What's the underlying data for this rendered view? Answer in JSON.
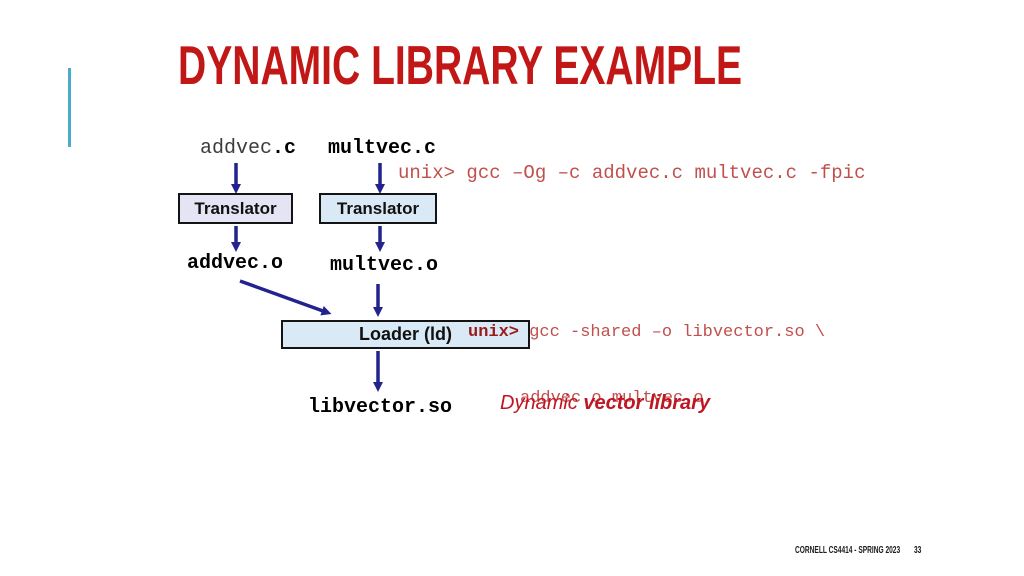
{
  "slide": {
    "title": "DYNAMIC LIBRARY EXAMPLE",
    "footer": {
      "course": "CORNELL CS4414 - SPRING 2023",
      "page": "33"
    }
  },
  "diagram": {
    "source1": {
      "base": "addvec",
      "ext": ".c"
    },
    "source2": "multvec.c",
    "translator1": "Translator",
    "translator2": "Translator",
    "object1": "addvec.o",
    "object2": "multvec.o",
    "loader": "Loader (ld)",
    "output": "libvector.so",
    "caption": {
      "lead": "Dynamic ",
      "emphasis": "vector library"
    }
  },
  "commands": {
    "compile": "unix> gcc –Og –c addvec.c multvec.c -fpic",
    "link": {
      "prompt": "unix>",
      "rest": " gcc -shared –o libvector.so \\",
      "continuation": "addvec.o multvec.o"
    }
  },
  "colors": {
    "title_red": "#C21717",
    "command_red": "#C0504D",
    "prompt_dark_red": "#9B1B1B",
    "caption_red": "#BE1622",
    "arrow_navy": "#23238E",
    "box_lavender": "#E4E4F4",
    "box_blue": "#D9EAF6",
    "accent_line_blue": "#4BACC6"
  }
}
